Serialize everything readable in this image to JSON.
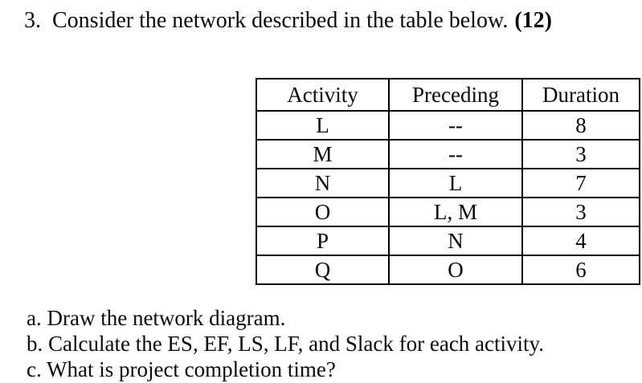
{
  "problem": {
    "number": "3.",
    "text": "Consider the network described in the table below.",
    "points": "(12)"
  },
  "table": {
    "headers": [
      "Activity",
      "Preceding",
      "Duration"
    ],
    "rows": [
      [
        "L",
        "--",
        "8"
      ],
      [
        "M",
        "--",
        "3"
      ],
      [
        "N",
        "L",
        "7"
      ],
      [
        "O",
        "L, M",
        "3"
      ],
      [
        "P",
        "N",
        "4"
      ],
      [
        "Q",
        "O",
        "6"
      ]
    ]
  },
  "questions": [
    "a. Draw the network diagram.",
    "b. Calculate the ES, EF, LS, LF, and Slack for each activity.",
    "c. What is project completion time?"
  ]
}
